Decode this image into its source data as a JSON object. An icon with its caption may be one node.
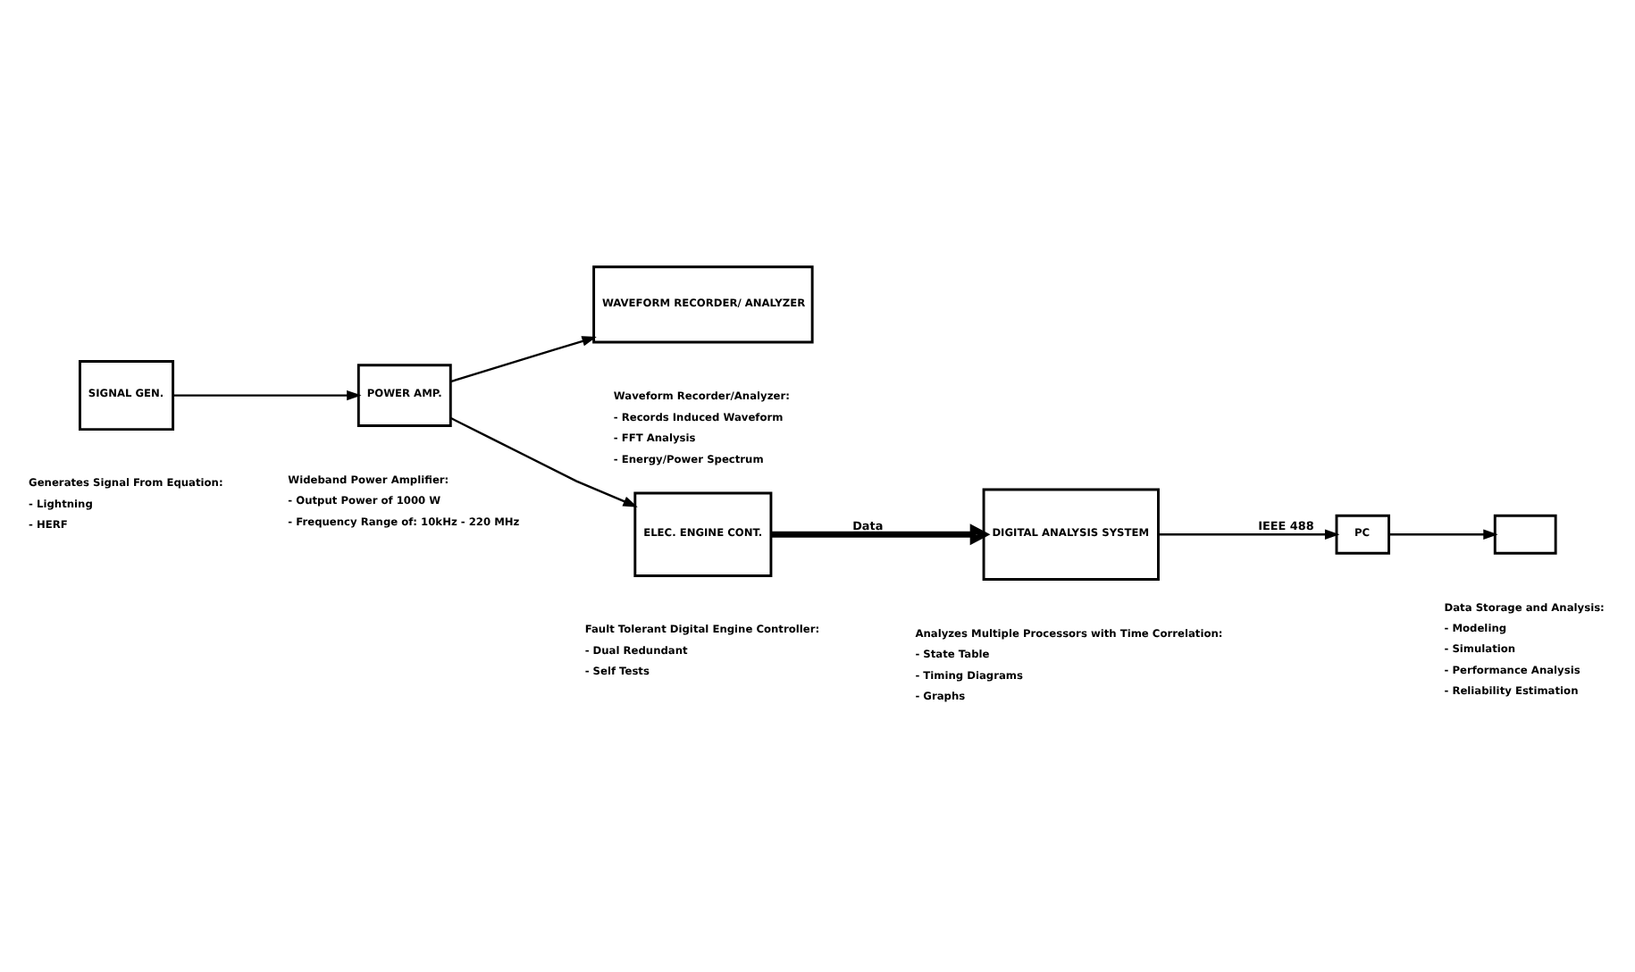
{
  "diagram": {
    "nodes": [
      {
        "text": [
          "SIGNAL GEN."
        ],
        "beside": [
          "Generates Signal From Equation:",
          "- Lightning",
          "- HERF"
        ]
      },
      {
        "text": [
          "POWER AMP."
        ],
        "beside": [
          "Wideband Power Amplifier:",
          "- Output Power of 1000 W",
          "- Frequency Range of: 10kHz - 220 MHz"
        ]
      },
      {
        "text": [
          "WAVEFORM RECORDER/ ANALYZER"
        ],
        "beside": [
          "Waveform Recorder/Analyzer:",
          "- Records Induced Waveform",
          "- FFT Analysis",
          "- Energy/Power Spectrum"
        ]
      },
      {
        "text": [
          "ELEC. ENGINE CONT."
        ],
        "beside": [
          "Fault Tolerant Digital Engine Controller:",
          "- Dual Redundant",
          "- Self Tests"
        ]
      },
      {
        "text": [
          "DIGITAL ANALYSIS SYSTEM"
        ],
        "beside": [
          "Analyzes Multiple Processors with Time Correlation:",
          "- State Table",
          "- Timing Diagrams",
          "- Graphs"
        ]
      },
      {
        "text": [
          "PC"
        ]
      },
      {
        "text": [],
        "shape": "box",
        "beside": [
          "Data Storage and Analysis:",
          "- Modeling",
          "- Simulation",
          "- Performance Analysis",
          "- Reliability Estimation"
        ]
      }
    ],
    "edges": [
      {
        "from": 0,
        "to": 1,
        "arrow": "to"
      },
      {
        "from": 1,
        "to": 2,
        "arrow": "to"
      },
      {
        "from": 1,
        "to": 3,
        "arrow": "to"
      },
      {
        "from": 3,
        "to": 4,
        "arrow": "to",
        "label": "Data",
        "style": "thick"
      },
      {
        "from": 4,
        "to": 5,
        "arrow": "to",
        "label": "IEEE 488"
      },
      {
        "from": 5,
        "to": 6,
        "arrow": "to"
      }
    ]
  }
}
